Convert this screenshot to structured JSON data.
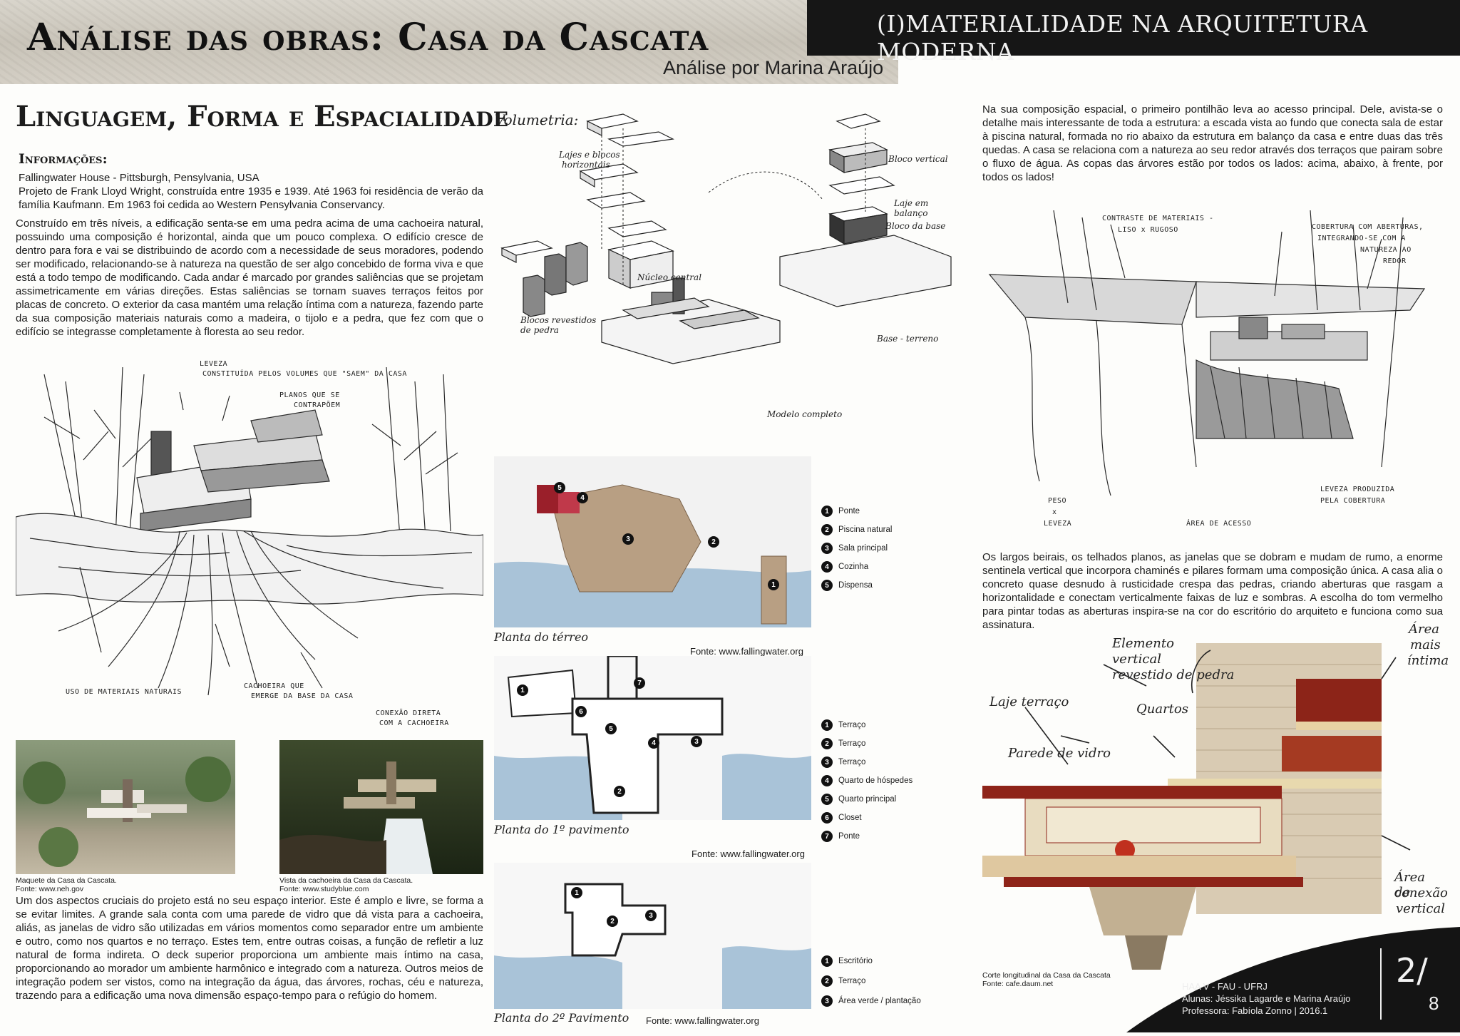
{
  "header": {
    "title": "Análise das obras: Casa da Cascata",
    "author": "Análise por Marina Araújo",
    "series": "(I)MATERIALIDADE NA ARQUITETURA MODERNA"
  },
  "section": {
    "title": "Linguagem, Forma e Espacialidade",
    "info_heading": "Informações:",
    "info_line1": "Fallingwater House - Pittsburgh, Pensylvania, USA",
    "info_line2": "Projeto de Frank Lloyd Wright, construída entre 1935 e 1939. Até 1963 foi residência de verão da família Kaufmann. Em 1963 foi cedida ao Western Pensylvania Conservancy.",
    "para1": "Construído em três níveis, a edificação senta-se em uma pedra acima de uma cachoeira natural, possuindo uma composição é horizontal, ainda que um pouco complexa. O edifício cresce de dentro para fora e vai se distribuindo de acordo com a necessidade de seus moradores, podendo ser modificado, relacionando-se à natureza na questão de ser algo concebido de forma viva e que está a todo tempo de modificando. Cada andar é marcado por grandes saliências que se projetam assimetricamente em várias direções. Estas saliências se tornam suaves terraços feitos por placas de concreto. O exterior da casa mantém uma relação íntima com a natureza, fazendo parte da sua composição materiais naturais como a madeira, o tijolo e a pedra, que fez com que o edifício se integrasse completamente à floresta ao seu redor.",
    "para2": "Um dos aspectos cruciais do projeto está no seu espaço interior. Este é amplo e livre, se forma a se evitar limites. A grande sala conta com uma parede de vidro que dá vista para a cachoeira, aliás, as janelas de vidro são utilizadas em vários momentos como separador entre um ambiente e outro, como nos quartos e no terraço. Estes tem, entre outras coisas, a função de refletir a luz natural de forma indireta. O deck superior proporciona um ambiente mais íntimo na casa, proporcionando ao morador um ambiente harmônico e integrado com a natureza. Outros meios de integração podem ser vistos, como na integração da água, das árvores, rochas, céu e natureza, trazendo para a edificação uma nova dimensão espaço-tempo para o refúgio do homem."
  },
  "sketch1_notes": {
    "n1a": "LEVEZA",
    "n1b": "CONSTITUÍDA PELOS VOLUMES QUE \"SAEM\" DA CASA",
    "n2a": "PLANOS QUE SE",
    "n2b": "CONTRAPÕEM",
    "n3": "USO DE MATERIAIS NATURAIS",
    "n4a": "CACHOEIRA QUE",
    "n4b": "EMERGE DA BASE DA CASA",
    "n5a": "CONEXÃO DIRETA",
    "n5b": "COM A CACHOEIRA"
  },
  "photos": {
    "p1_caption": "Maquete da Casa da Cascata.",
    "p1_source": "Fonte: www.neh.gov",
    "p2_caption": "Vista da cachoeira da Casa da Cascata.",
    "p2_source": "Fonte: www.studyblue.com"
  },
  "volumetria": {
    "title": "Volumetria:",
    "l1a": "Lajes e blocos",
    "l1b": "horizontais",
    "l2": "Bloco vertical",
    "l3": "Laje em balanço",
    "l4": "Bloco da base",
    "l5": "Núcleo central",
    "l6a": "Blocos revestidos",
    "l6b": "de pedra",
    "l7": "Base - terreno",
    "l8": "Modelo completo"
  },
  "plans": {
    "ground": {
      "title": "Planta do térreo",
      "source": "Fonte: www.fallingwater.org",
      "legend": [
        {
          "n": "1",
          "label": "Ponte"
        },
        {
          "n": "2",
          "label": "Piscina natural"
        },
        {
          "n": "3",
          "label": "Sala principal"
        },
        {
          "n": "4",
          "label": "Cozinha"
        },
        {
          "n": "5",
          "label": "Dispensa"
        }
      ]
    },
    "first": {
      "title": "Planta do 1º pavimento",
      "source": "Fonte: www.fallingwater.org",
      "legend": [
        {
          "n": "1",
          "label": "Terraço"
        },
        {
          "n": "2",
          "label": "Terraço"
        },
        {
          "n": "3",
          "label": "Terraço"
        },
        {
          "n": "4",
          "label": "Quarto de hóspedes"
        },
        {
          "n": "5",
          "label": "Quarto principal"
        },
        {
          "n": "6",
          "label": "Closet"
        },
        {
          "n": "7",
          "label": "Ponte"
        }
      ]
    },
    "second": {
      "title": "Planta do 2º Pavimento",
      "source": "Fonte: www.fallingwater.org",
      "legend": [
        {
          "n": "1",
          "label": "Escritório"
        },
        {
          "n": "2",
          "label": "Terraço"
        },
        {
          "n": "3",
          "label": "Área verde / plantação"
        }
      ]
    }
  },
  "right": {
    "para1": "Na sua composição espacial, o primeiro pontilhão leva ao acesso principal. Dele, avista-se o detalhe mais interessante de toda a estrutura: a escada vista ao fundo que conecta sala de estar à piscina natural, formada no rio abaixo da estrutura em balanço da casa e entre duas das três quedas. A casa se relaciona com a natureza ao seu redor através dos terraços que pairam sobre o fluxo de água. As copas das árvores estão por todos os lados: acima, abaixo, à frente, por todos os lados!",
    "para2": "Os largos beirais, os telhados planos, as janelas que se dobram e mudam de rumo, a enorme sentinela vertical que incorpora chaminés e pilares formam uma composição única. A casa alia o concreto quase desnudo à rusticidade crespa das pedras, criando aberturas que rasgam a horizontalidade e conectam verticalmente faixas de luz e sombras. A escolha do tom vermelho para pintar todas as aberturas inspira-se na cor do escritório do arquiteto e funciona como sua assinatura."
  },
  "sketch2_notes": {
    "a1": "CONTRASTE DE MATERIAIS -",
    "a2": "LISO x RUGOSO",
    "b1": "COBERTURA COM ABERTURAS,",
    "b2": "INTEGRANDO-SE COM A",
    "b3": "NATUREZA AO",
    "b4": "REDOR",
    "c1": "PESO",
    "c2": "x",
    "c3": "LEVEZA",
    "d1": "ÁREA DE ACESSO",
    "e1": "LEVEZA PRODUZIDA",
    "e2": "PELA COBERTURA"
  },
  "section_cut": {
    "l1a": "Elemento",
    "l1b": "vertical",
    "l1c": "revestido de pedra",
    "l2a": "Área",
    "l2b": "mais",
    "l2c": "íntima",
    "l3": "Laje terraço",
    "l4": "Quartos",
    "l5": "Parede de vidro",
    "l6a": "Área de",
    "l6b": "conexão",
    "l6c": "vertical",
    "caption": "Corte longitudinal da Casa da Cascata",
    "source": "Fonte: cafe.daum.net"
  },
  "footer": {
    "line1": "HAA V - FAU - UFRJ",
    "line2": "Alunas: Jéssika Lagarde e Marina Araújo",
    "line3": "Professora: Fabíola Zonno    |  2016.1",
    "page": "2/",
    "total": "8"
  }
}
